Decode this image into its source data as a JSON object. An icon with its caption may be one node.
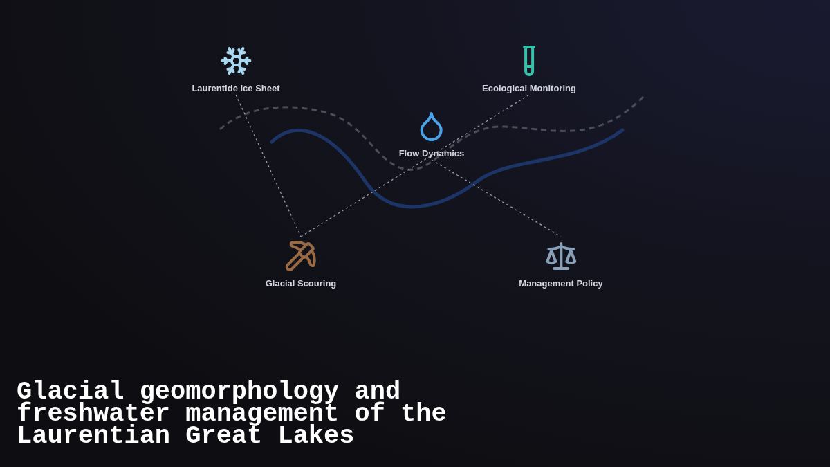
{
  "diagram": {
    "title": "Glacial geomorphology and freshwater management of the Laurentian Great Lakes",
    "nodes": [
      {
        "text": [
          "Laurentide Ice Sheet"
        ]
      },
      {
        "text": [
          "Ecological Monitoring"
        ]
      },
      {
        "text": [
          "Flow Dynamics"
        ]
      },
      {
        "text": [
          "Glacial Scouring"
        ]
      },
      {
        "text": [
          "Management Policy"
        ]
      }
    ],
    "edges": [
      {
        "from": 0,
        "to": 3,
        "arrow": "none",
        "style": "dashed"
      },
      {
        "from": 3,
        "to": 1,
        "arrow": "none",
        "style": "dashed"
      },
      {
        "from": 2,
        "to": 4,
        "arrow": "none",
        "style": "dashed"
      }
    ]
  }
}
